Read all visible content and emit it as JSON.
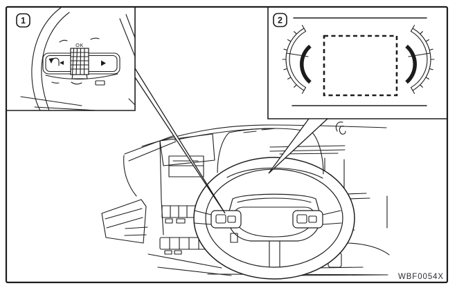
{
  "figure": {
    "code": "WBF0054X",
    "background": "#ffffff",
    "line_color": "#1c1c1c"
  },
  "inset_steering_switch": {
    "callout": "1",
    "ok_label": "OK",
    "icons": [
      "back-arrow-icon",
      "left-triangle-icon",
      "right-triangle-icon",
      "scroll-dial-icon"
    ]
  },
  "inset_instrument_cluster": {
    "callout": "2",
    "elements": [
      "dashed-display-outline",
      "left-gauge-arc-icon",
      "right-gauge-arc-icon"
    ]
  }
}
